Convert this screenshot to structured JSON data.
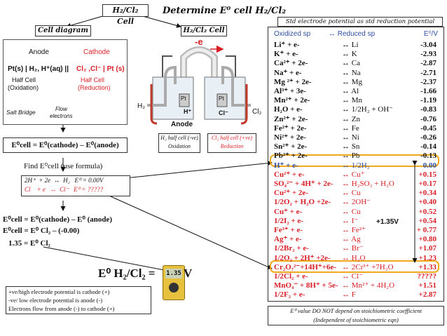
{
  "header": {
    "title_box": "H₂/Cl₂ Cell",
    "determine": "Determine E⁰ cell H₂/Cl₂",
    "cell_diagram_box": "Cell diagram",
    "cell_box_right": "H₂/Cl₂ Cell",
    "std_box": "Std electrode potential as std reduction potential"
  },
  "cell_diagram": {
    "anode": "Anode",
    "cathode": "Cathode",
    "left_notation": "Pt(s) | H₂, H⁺(aq) ||",
    "right_notation": "Cl₂ ,Cl⁻ | Pt (s)",
    "left_half": "Half Cell",
    "left_half2": "(Oxidation)",
    "right_half": "Half Cell",
    "right_half2": "(Reduction)",
    "salt_bridge": "Salt Bridge",
    "flow": "Flow",
    "electrons": "electrons"
  },
  "apparatus": {
    "electron": "-e",
    "h2": "H₂",
    "cl2": "Cl₂",
    "pt_left": "Pt",
    "pt_right": "Pt",
    "h_plus": "H⁺",
    "cl_minus": "Cl⁻",
    "anode": "Anode",
    "left_caption1": "H₂ half cell (-ve)",
    "left_caption2": "Oxidation",
    "right_caption1": "Cl₂ half cell (+ve)",
    "right_caption2": "Reduction"
  },
  "formula": {
    "ecell": "E⁰cell = E⁰(cathode) – E⁰(anode)",
    "find": "Find E⁰cell (use formula)",
    "eq1": "2H⁺  + 2e  ↔  H₂   E⁰ = 0.00V",
    "eq2": "Cl    + e   ↔  Cl⁻   E⁰ = ?????",
    "calc1": "E⁰cell = E⁰(cathode) – E⁰ (anode)",
    "calc2": "E⁰cell = E⁰ Cl₂ – (-0.00)",
    "calc3": "1.35 = E⁰ Cl₂",
    "big": "E⁰ H₂/Cl₂ =",
    "meter": "1.35",
    "meter_unit": "V"
  },
  "notes": {
    "n1": "+ve/high electrode potential is cathode (+)",
    "n2": "-ve/ low electrode potential is anode (-)",
    "n3": "Electrons flow from anode (-) to cathode (+)",
    "bottom1": "E⁰ value DO NOT depend on stoichiometric coefficient",
    "bottom2": "(Independent of stoichiometric eqn)"
  },
  "table": {
    "head_ox": "Oxidized sp",
    "head_arrow": "↔ Reduced sp",
    "head_e": "E⁰/V",
    "rows": [
      {
        "ox": "Li⁺  + e-",
        "red": "↔  Li",
        "e": "-3.04",
        "c": "#111"
      },
      {
        "ox": "K⁺   + e-",
        "red": "↔  K",
        "e": "-2.93",
        "c": "#111"
      },
      {
        "ox": "Ca²⁺ + 2e-",
        "red": "↔  Ca",
        "e": "-2.87",
        "c": "#111"
      },
      {
        "ox": "Na⁺   + e-",
        "red": "↔  Na",
        "e": "-2.71",
        "c": "#111"
      },
      {
        "ox": "Mg ²⁺ + 2e-",
        "red": "↔  Mg",
        "e": "-2.37",
        "c": "#111"
      },
      {
        "ox": "Al³⁺  + 3e-",
        "red": "↔  Al",
        "e": "-1.66",
        "c": "#111"
      },
      {
        "ox": "Mn²⁺ + 2e-",
        "red": "↔  Mn",
        "e": "-1.19",
        "c": "#111"
      },
      {
        "ox": "H₂O  + e-",
        "red": "↔ 1/2H₂ + OH⁻",
        "e": "-0.83",
        "c": "#111"
      },
      {
        "ox": "Zn²⁺ + 2e-",
        "red": "↔  Zn",
        "e": "-0.76",
        "c": "#111"
      },
      {
        "ox": "Fe²⁺  + 2e-",
        "red": "↔  Fe",
        "e": "-0.45",
        "c": "#111"
      },
      {
        "ox": "Ni²⁺  + 2e-",
        "red": "↔  Ni",
        "e": "-0.26",
        "c": "#111"
      },
      {
        "ox": "Sn²⁺  + 2e-",
        "red": "↔ Sn",
        "e": "-0.14",
        "c": "#111"
      },
      {
        "ox": "Pb²⁺ + 2e-",
        "red": "↔ Pb",
        "e": "-0.13",
        "c": "#111"
      },
      {
        "ox": "H⁺   + e-",
        "red": "↔ 1/2H₂",
        "e": "0.00",
        "c": "#2f4fa0"
      },
      {
        "ox": "Cu²⁺  + e-",
        "red": "↔ Cu⁺",
        "e": "+0.15",
        "c": "#d81f26"
      },
      {
        "ox": "SO₄²⁻ + 4H⁺ + 2e-",
        "red": "↔ H₂SO₃ + H₂O",
        "e": "+0.17",
        "c": "#d81f26"
      },
      {
        "ox": "Cu²⁺  + 2e-",
        "red": "↔  Cu",
        "e": "+0.34",
        "c": "#d81f26"
      },
      {
        "ox": "1/2O₂  + H₂O +2e-",
        "red": "↔ 2OH⁻",
        "e": "+0.40",
        "c": "#d81f26"
      },
      {
        "ox": "Cu⁺   + e-",
        "red": "↔  Cu",
        "e": "+0.52",
        "c": "#d81f26"
      },
      {
        "ox": "1/2I₂   + e-",
        "red": "↔  I⁻",
        "e": "+0.54",
        "c": "#d81f26"
      },
      {
        "ox": "Fe³⁺   + e-",
        "red": "↔  Fe²⁺",
        "e": "+ 0.77",
        "c": "#d81f26"
      },
      {
        "ox": "Ag⁺   + e-",
        "red": "↔  Ag",
        "e": "+0.80",
        "c": "#d81f26"
      },
      {
        "ox": "1/2Br₂  + e-",
        "red": "↔  Br⁻",
        "e": "+1.07",
        "c": "#d81f26"
      },
      {
        "ox": "1/2O₂ + 2H⁺ +2e-",
        "red": "↔  H₂O",
        "e": "+1.23",
        "c": "#d81f26"
      },
      {
        "ox": "Cr₂O₇²⁻+14H⁺+6e-",
        "red": "↔ 2Cr³⁺ +7H₂O",
        "e": "+1.33",
        "c": "#d81f26"
      },
      {
        "ox": "1/2Cl₂  + e-",
        "red": "↔  Cl⁻",
        "e": "?????",
        "c": "#d81f26"
      },
      {
        "ox": "MnO₄⁻ + 8H⁺ + 5e-",
        "red": "↔ Mn²⁺ + 4H₂O",
        "e": "+1.51",
        "c": "#d81f26"
      },
      {
        "ox": "1/2F₂   + e-",
        "red": "↔  F",
        "e": "+2.87",
        "c": "#d81f26"
      }
    ],
    "gap_label": "+1.35V"
  }
}
